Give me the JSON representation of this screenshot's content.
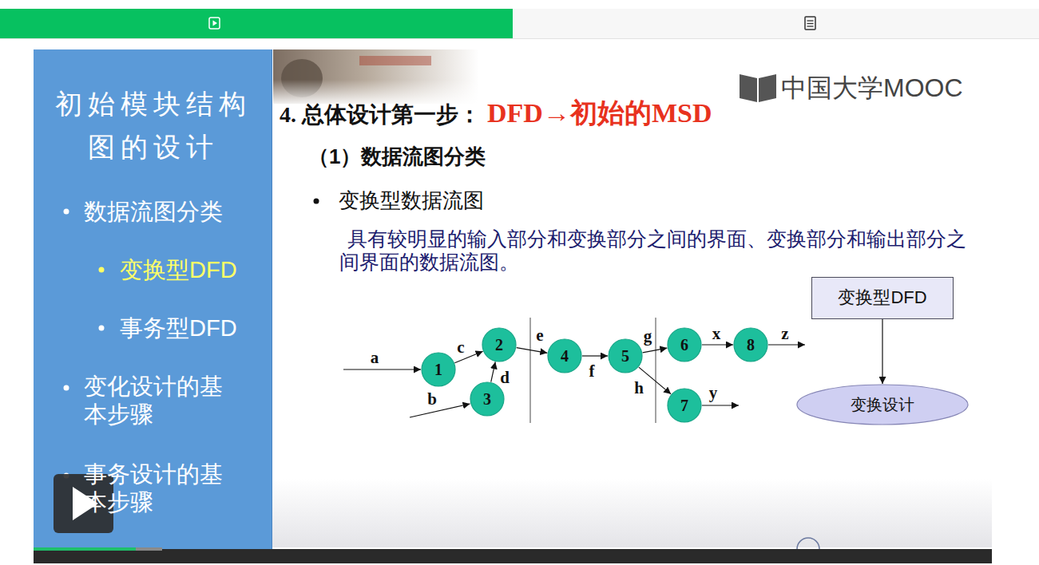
{
  "diagram": {
    "title": "4. 总体设计第一步：",
    "nodes": [
      {
        "text": [
          "1"
        ]
      },
      {
        "text": [
          "2"
        ]
      },
      {
        "text": [
          "3"
        ]
      },
      {
        "text": [
          "4"
        ]
      },
      {
        "text": [
          "5"
        ]
      },
      {
        "text": [
          "6"
        ]
      },
      {
        "text": [
          "7"
        ]
      },
      {
        "text": [
          "8"
        ]
      },
      {
        "text": [
          "变换型DFD"
        ]
      },
      {
        "text": [
          "变换设计"
        ]
      }
    ],
    "edges": [
      {
        "from": 0,
        "to": 1,
        "arrow": "to",
        "label": "c"
      },
      {
        "from": 2,
        "to": 1,
        "arrow": "to",
        "label": "d"
      },
      {
        "from": 1,
        "to": 3,
        "arrow": "to",
        "label": "e"
      },
      {
        "from": 3,
        "to": 4,
        "arrow": "to",
        "label": "f"
      },
      {
        "from": 4,
        "to": 5,
        "arrow": "to",
        "label": "g"
      },
      {
        "from": 4,
        "to": 6,
        "arrow": "to",
        "label": "h"
      },
      {
        "from": 5,
        "to": 7,
        "arrow": "to",
        "label": "x"
      },
      {
        "from": 8,
        "to": 9,
        "arrow": "to"
      }
    ],
    "labels": [
      "DFD→初始的MSD",
      "初始模块结构图的设计",
      "数据流图分类",
      "变换型DFD",
      "事务型DFD",
      "变化设计的基本步骤",
      "事务设计的基本步骤",
      "（1）数据流图分类",
      "变换型数据流图",
      "具有较明显的输入部分和变换部分之间的界面、变换部分和输出部分之间界面的数据流图。",
      "中国大学MOOC",
      "a",
      "b",
      "z",
      "y"
    ]
  }
}
